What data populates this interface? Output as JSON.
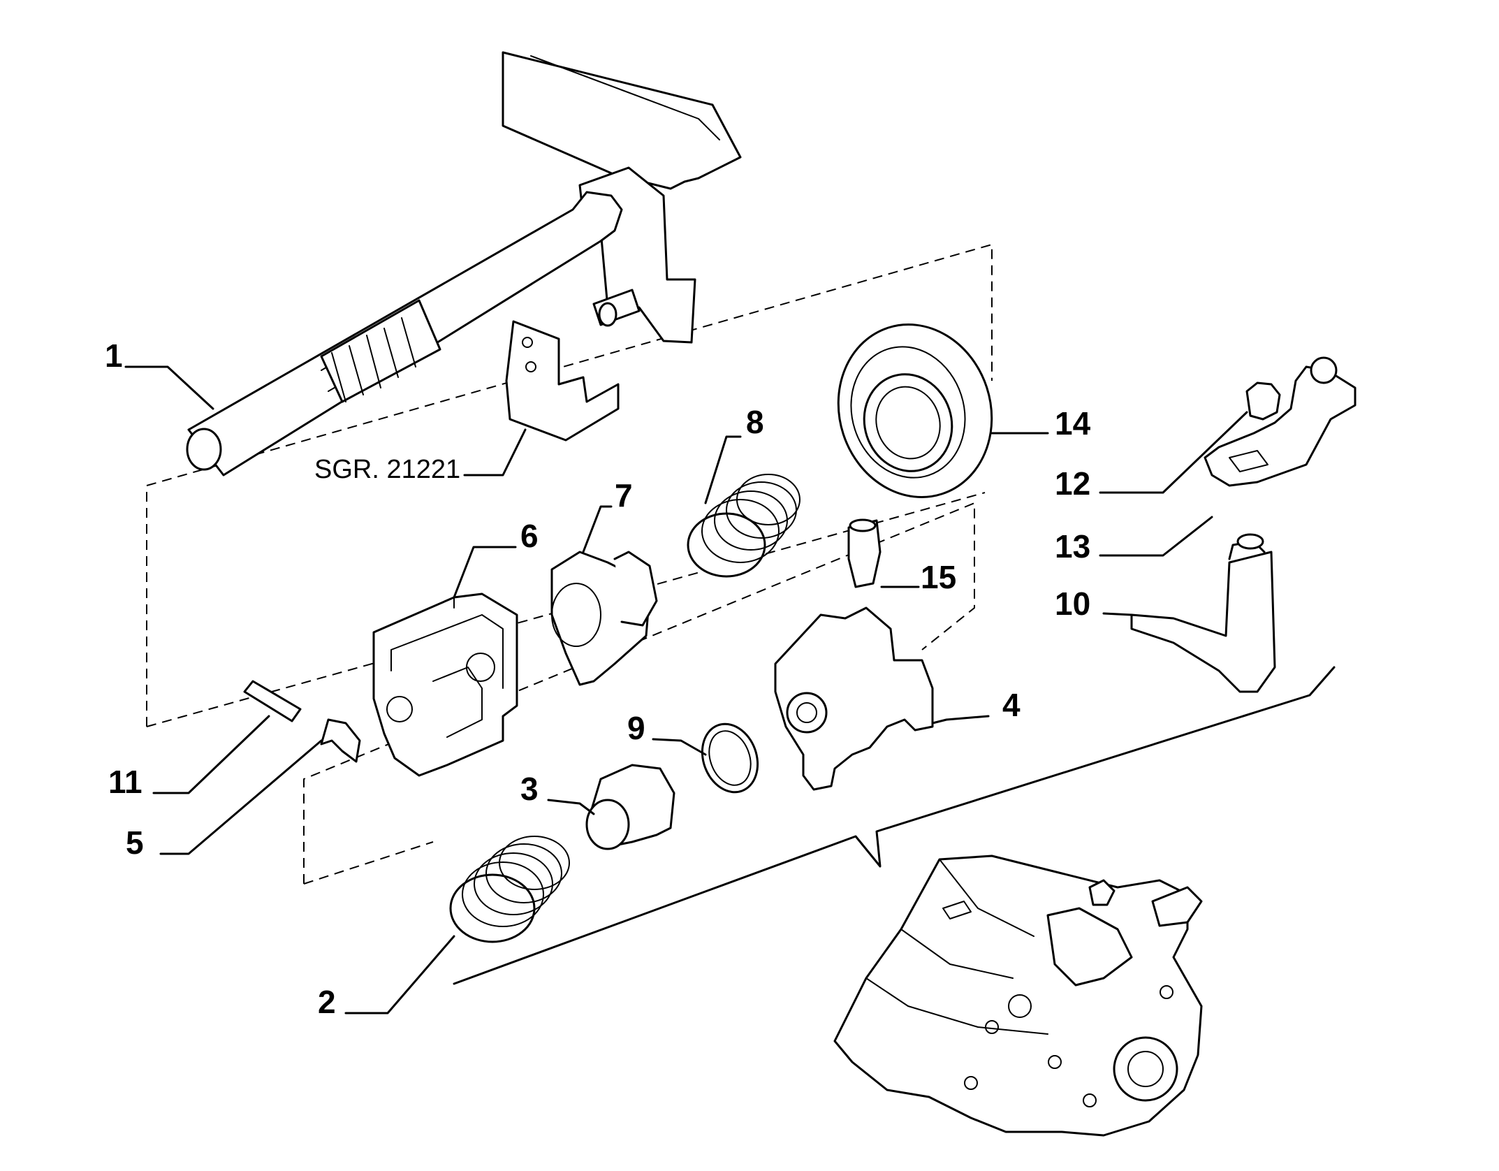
{
  "callouts": {
    "c1": "1",
    "c2": "2",
    "c3": "3",
    "c4": "4",
    "c5": "5",
    "c6": "6",
    "c7": "7",
    "c8": "8",
    "c9": "9",
    "c10": "10",
    "c11": "11",
    "c12": "12",
    "c13": "13",
    "c14": "14",
    "c15": "15"
  },
  "reference_label": "SGR. 21221",
  "colors": {
    "line": "#000000",
    "background": "#ffffff"
  }
}
